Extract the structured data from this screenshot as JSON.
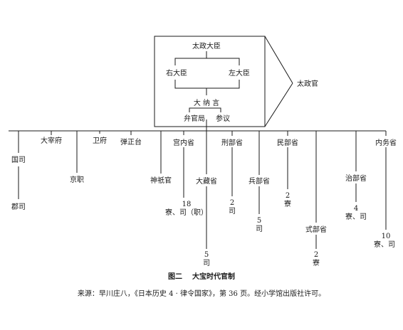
{
  "daijokan": {
    "chancellor": "太政大臣",
    "minister_right": "右大臣",
    "minister_left": "左大臣",
    "counselor": "大 纳 言",
    "controller": "弁官局",
    "advisor": "参议",
    "callout": "太政官"
  },
  "offices": {
    "kokushi": "国司",
    "gunji": "郡司",
    "dazaifu": "大宰府",
    "kyoshiki": "京职",
    "efu": "卫府",
    "danjodai": "弹正台",
    "jingikan": "神祇官",
    "kunaisho": "宫内省",
    "kunaisho_count": "18",
    "kunaisho_sub": "寮、司（职）",
    "okurasho": "大藏省",
    "okurasho_count": "5",
    "okurasho_sub": "司",
    "gyobusho": "刑部省",
    "gyobusho_count": "2",
    "gyobusho_sub": "司",
    "hyobusho": "兵部省",
    "hyobusho_count": "5",
    "hyobusho_sub": "司",
    "minbusho": "民部省",
    "minbusho_count": "2",
    "minbusho_sub": "寮",
    "shikibusho": "式部省",
    "shikibusho_count": "2",
    "shikibusho_sub": "寮",
    "jibusho": "治部省",
    "jibusho_count": "4",
    "jibusho_sub": "寮、司",
    "nakatsukasasho": "内务省",
    "nakatsukasasho_count": "10",
    "nakatsukasasho_sub": "寮、司"
  },
  "caption": {
    "figure_no": "图二",
    "title": "大宝时代官制",
    "source": "来源：早川庄八，《日本历史 4 · 律令国家》，第 36 页。经小学馆出版社许可。"
  }
}
